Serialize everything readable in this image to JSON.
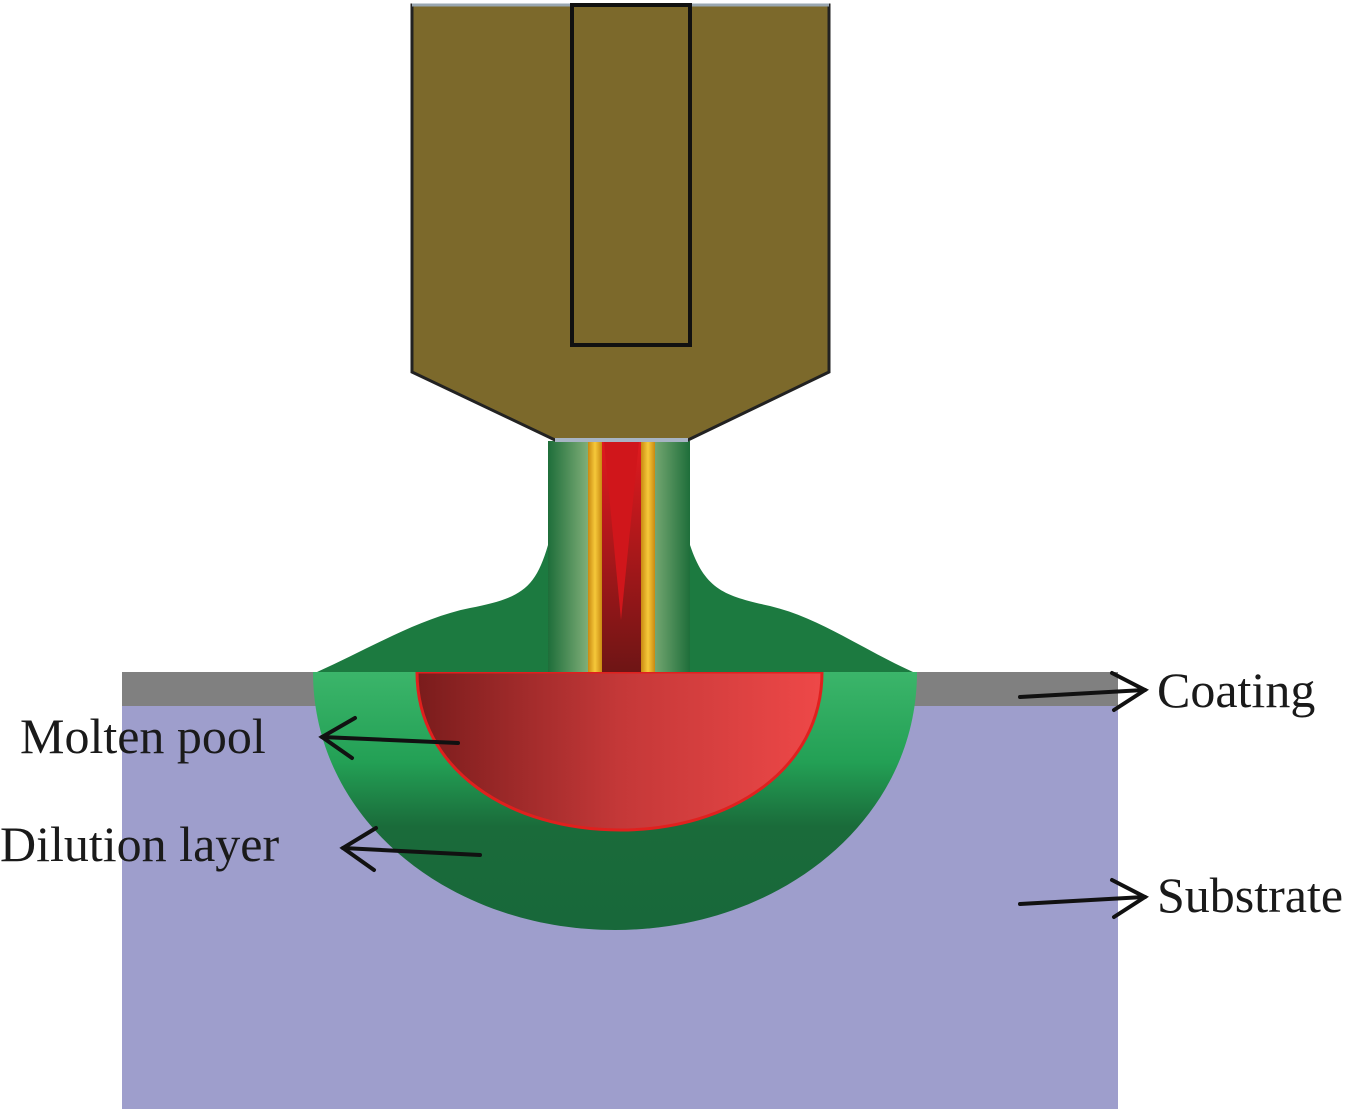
{
  "labels": {
    "coating": "Coating",
    "molten_pool": "Molten pool",
    "dilution_layer": "Dilution layer",
    "substrate": "Substrate"
  },
  "colors": {
    "nozzle": "#7c692b",
    "coating": "#808080",
    "substrate": "#9e9ecc",
    "dilution_light": "#3bb56a",
    "dilution_dark": "#1a6b3a",
    "molten_dark": "#7a1c1c",
    "molten_light": "#ee4848",
    "laser_red": "#d0161b",
    "powder_yellow": "#f0b82a"
  }
}
